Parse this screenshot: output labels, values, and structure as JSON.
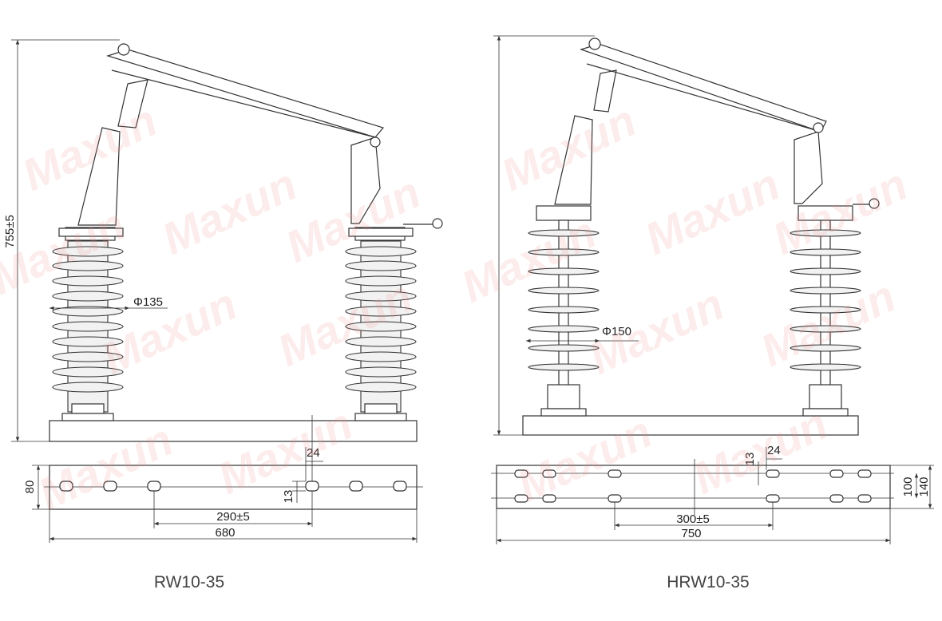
{
  "watermark": "Maxun",
  "left": {
    "caption": "RW10-35",
    "height_dim": "755±5",
    "diameter_dim": "Φ135",
    "dim_24": "24",
    "dim_13": "13",
    "dim_80": "80",
    "dim_spacing": "290±5",
    "dim_length": "680"
  },
  "right": {
    "caption": "HRW10-35",
    "diameter_dim": "Φ150",
    "dim_24": "24",
    "dim_13": "13",
    "dim_100": "100",
    "dim_140": "140",
    "dim_spacing": "300±5",
    "dim_length": "750"
  }
}
